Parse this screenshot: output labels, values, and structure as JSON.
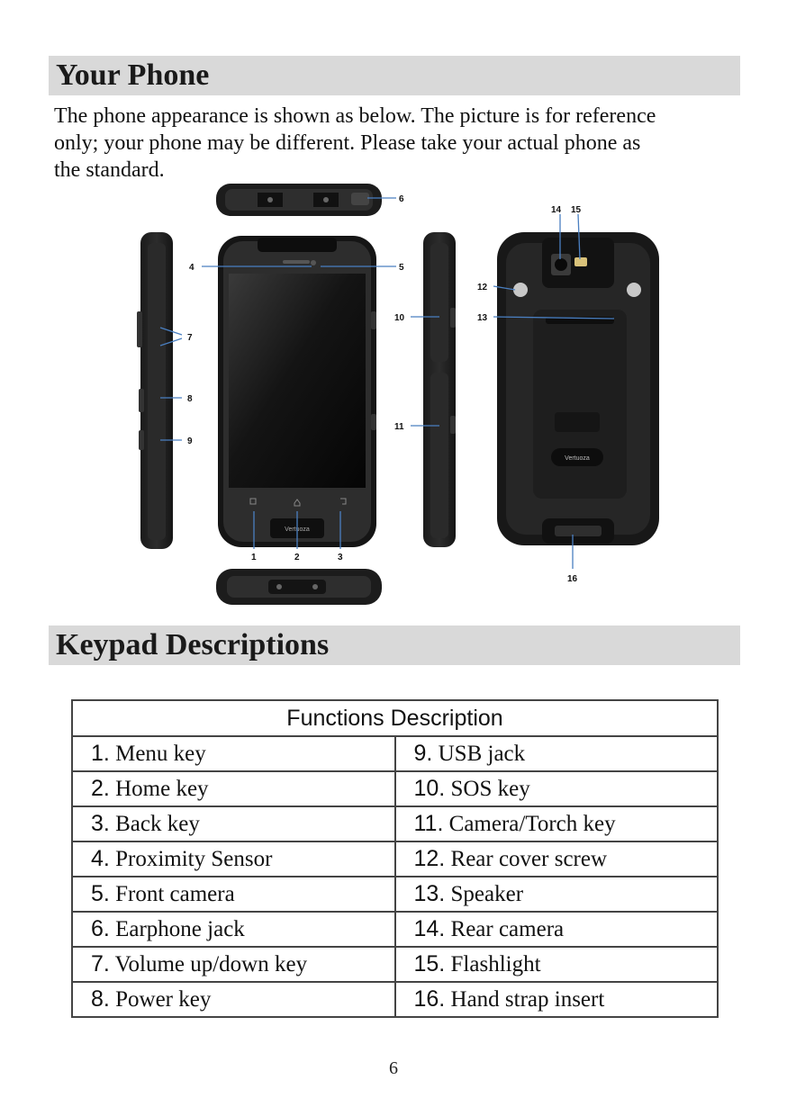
{
  "section1": {
    "title": "Your Phone"
  },
  "intro": {
    "line1": "The phone appearance is shown as below. The picture is for reference",
    "line2": "only; your phone may be different. Please take your actual phone as",
    "line3": "the standard."
  },
  "figure": {
    "callouts": [
      "1",
      "2",
      "3",
      "4",
      "5",
      "6",
      "7",
      "8",
      "9",
      "10",
      "11",
      "12",
      "13",
      "14",
      "15",
      "16"
    ],
    "brand": "Vertuoza"
  },
  "section2": {
    "title": "Keypad Descriptions"
  },
  "table": {
    "header": "Functions Description",
    "rows": [
      {
        "left_num": "1.",
        "left": "Menu key",
        "right_num": "9.",
        "right": "USB jack"
      },
      {
        "left_num": "2.",
        "left": "Home key",
        "right_num": "10.",
        "right": "SOS key"
      },
      {
        "left_num": "3.",
        "left": "Back key",
        "right_num": "11.",
        "right": "Camera/Torch key"
      },
      {
        "left_num": "4.",
        "left": "Proximity Sensor",
        "right_num": "12.",
        "right": "Rear cover screw"
      },
      {
        "left_num": "5.",
        "left": "Front camera",
        "right_num": "13.",
        "right": "Speaker"
      },
      {
        "left_num": "6.",
        "left": "Earphone jack",
        "right_num": "14.",
        "right": "Rear camera"
      },
      {
        "left_num": "7.",
        "left": "Volume up/down key",
        "right_num": "15.",
        "right": "Flashlight"
      },
      {
        "left_num": "8.",
        "left": "Power key",
        "right_num": "16.",
        "right": "Hand strap insert"
      }
    ]
  },
  "page": {
    "number": "6"
  }
}
